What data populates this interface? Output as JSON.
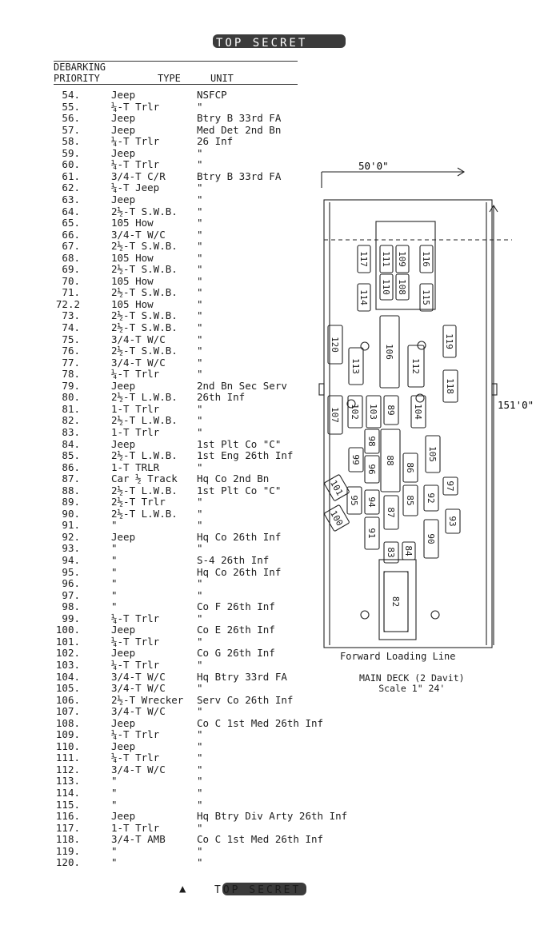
{
  "header": {
    "stamp": "TOP SECRET"
  },
  "columns": {
    "debarking": "DEBARKING",
    "priority": "PRIORITY",
    "type": "TYPE",
    "unit": "UNIT"
  },
  "rows": [
    {
      "p": "54.",
      "t": "Jeep",
      "u": "NSFCP"
    },
    {
      "p": "55.",
      "t": "¼-T Trlr",
      "u": "\""
    },
    {
      "p": "56.",
      "t": "Jeep",
      "u": "Btry B 33rd FA"
    },
    {
      "p": "57.",
      "t": "Jeep",
      "u": "Med Det 2nd Bn"
    },
    {
      "p": "58.",
      "t": "¼-T Trlr",
      "u": "  26 Inf"
    },
    {
      "p": "59.",
      "t": "Jeep",
      "u": "\""
    },
    {
      "p": "60.",
      "t": "¼-T Trlr",
      "u": "\""
    },
    {
      "p": "61.",
      "t": "3/4-T C/R",
      "u": "Btry B 33rd FA"
    },
    {
      "p": "62.",
      "t": "¼-T Jeep",
      "u": "\""
    },
    {
      "p": "63.",
      "t": "Jeep",
      "u": "\""
    },
    {
      "p": "64.",
      "t": "2½-T S.W.B.",
      "u": "\""
    },
    {
      "p": "65.",
      "t": "105 How",
      "u": "\""
    },
    {
      "p": "66.",
      "t": "3/4-T W/C",
      "u": "\""
    },
    {
      "p": "67.",
      "t": "2½-T  S.W.B.",
      "u": "\""
    },
    {
      "p": "68.",
      "t": "105 How",
      "u": "\""
    },
    {
      "p": "69.",
      "t": "2½-T S.W.B.",
      "u": "\""
    },
    {
      "p": "70.",
      "t": "105 How",
      "u": "\""
    },
    {
      "p": "71.",
      "t": "2½-T S.W.B.",
      "u": "\""
    },
    {
      "p": "72.2",
      "t": "105 How",
      "u": "\""
    },
    {
      "p": "73.",
      "t": "2½-T S.W.B.",
      "u": "\""
    },
    {
      "p": "74.",
      "t": "2½-T S.W.B.",
      "u": "\""
    },
    {
      "p": "75.",
      "t": "3/4-T W/C",
      "u": "\""
    },
    {
      "p": "76.",
      "t": "2½-T S.W.B.",
      "u": "\""
    },
    {
      "p": "77.",
      "t": "3/4-T W/C",
      "u": "\""
    },
    {
      "p": "78.",
      "t": "¼-T Trlr",
      "u": "\""
    },
    {
      "p": "79.",
      "t": "Jeep",
      "u": "2nd Bn Sec Serv"
    },
    {
      "p": "80.",
      "t": "2½-T L.W.B.",
      "u": "  26th Inf"
    },
    {
      "p": "81.",
      "t": "1-T Trlr",
      "u": "\""
    },
    {
      "p": "82.",
      "t": "2½-T L.W.B.",
      "u": "\""
    },
    {
      "p": "83.",
      "t": "1-T Trlr",
      "u": "\""
    },
    {
      "p": "84.",
      "t": "Jeep",
      "u": "1st Plt Co \"C\""
    },
    {
      "p": "85.",
      "t": "2½-T L.W.B.",
      "u": " 1st Eng 26th Inf"
    },
    {
      "p": "86.",
      "t": "1-T TRLR",
      "u": "\""
    },
    {
      "p": "87.",
      "t": "Car ½ Track",
      "u": "Hq Co 2nd Bn"
    },
    {
      "p": "88.",
      "t": "2½-T L.W.B.",
      "u": "1st Plt Co \"C\""
    },
    {
      "p": "89.",
      "t": "2½-T Trlr",
      "u": "\""
    },
    {
      "p": "90.",
      "t": "2½-T L.W.B.",
      "u": "\""
    },
    {
      "p": "91.",
      "t": "  \"",
      "u": "\""
    },
    {
      "p": "92.",
      "t": "Jeep",
      "u": "Hq Co 26th Inf"
    },
    {
      "p": "93.",
      "t": "  \"",
      "u": "\""
    },
    {
      "p": "94.",
      "t": "  \"",
      "u": "S-4 26th Inf"
    },
    {
      "p": "95.",
      "t": "  \"",
      "u": "Hq Co 26th Inf"
    },
    {
      "p": "96.",
      "t": "  \"",
      "u": "\""
    },
    {
      "p": "97.",
      "t": "  \"",
      "u": "\""
    },
    {
      "p": "98.",
      "t": "  \"",
      "u": "Co F 26th Inf"
    },
    {
      "p": "99.",
      "t": "¼-T Trlr",
      "u": "\""
    },
    {
      "p": "100.",
      "t": "Jeep",
      "u": "Co E 26th Inf"
    },
    {
      "p": "101.",
      "t": "¼-T Trlr",
      "u": "\""
    },
    {
      "p": "102.",
      "t": "Jeep",
      "u": "Co G 26th Inf"
    },
    {
      "p": "103.",
      "t": "¼-T Trlr",
      "u": "\""
    },
    {
      "p": "104.",
      "t": "3/4-T W/C",
      "u": "Hq Btry 33rd FA"
    },
    {
      "p": "105.",
      "t": "3/4-T W/C",
      "u": "\""
    },
    {
      "p": "106.",
      "t": "2½-T Wrecker",
      "u": "Serv Co 26th Inf"
    },
    {
      "p": "107.",
      "t": "3/4-T W/C",
      "u": "\""
    },
    {
      "p": "108.",
      "t": "Jeep",
      "u": "Co C 1st Med 26th Inf"
    },
    {
      "p": "109.",
      "t": "¼-T Trlr",
      "u": "\""
    },
    {
      "p": "110.",
      "t": "Jeep",
      "u": "\""
    },
    {
      "p": "111.",
      "t": "¼-T Trlr",
      "u": "\""
    },
    {
      "p": "112.",
      "t": "3/4-T W/C",
      "u": "\""
    },
    {
      "p": "113.",
      "t": "  \"",
      "u": "\""
    },
    {
      "p": "114.",
      "t": "  \"",
      "u": "\""
    },
    {
      "p": "115.",
      "t": "  \"",
      "u": "\""
    },
    {
      "p": "116.",
      "t": "Jeep",
      "u": "Hq Btry Div Arty 26th Inf"
    },
    {
      "p": "117.",
      "t": "1-T Trlr",
      "u": "\""
    },
    {
      "p": "118.",
      "t": "3/4-T AMB",
      "u": "Co C 1st Med 26th Inf"
    },
    {
      "p": "119.",
      "t": "  \"",
      "u": "\""
    },
    {
      "p": "120.",
      "t": "  \"",
      "u": "\""
    }
  ],
  "deck": {
    "width_label": "50'0\"",
    "length_label": "151'0\"",
    "vehicle_numbers": [
      "117",
      "111",
      "109",
      "116",
      "110",
      "108",
      "114",
      "115",
      "120",
      "106",
      "119",
      "113",
      "112",
      "118",
      "107",
      "102",
      "103",
      "89",
      "104",
      "98",
      "88",
      "105",
      "99",
      "96",
      "86",
      "97",
      "101",
      "95",
      "94",
      "87",
      "85",
      "92",
      "100",
      "91",
      "93",
      "90",
      "83",
      "84",
      "82"
    ]
  },
  "caption": {
    "line": "Forward Loading Line",
    "deck": "MAIN DECK (2 Davit)",
    "scale": "Scale 1\"  24'"
  },
  "footer": {
    "stamp": "TOP SECRET"
  }
}
